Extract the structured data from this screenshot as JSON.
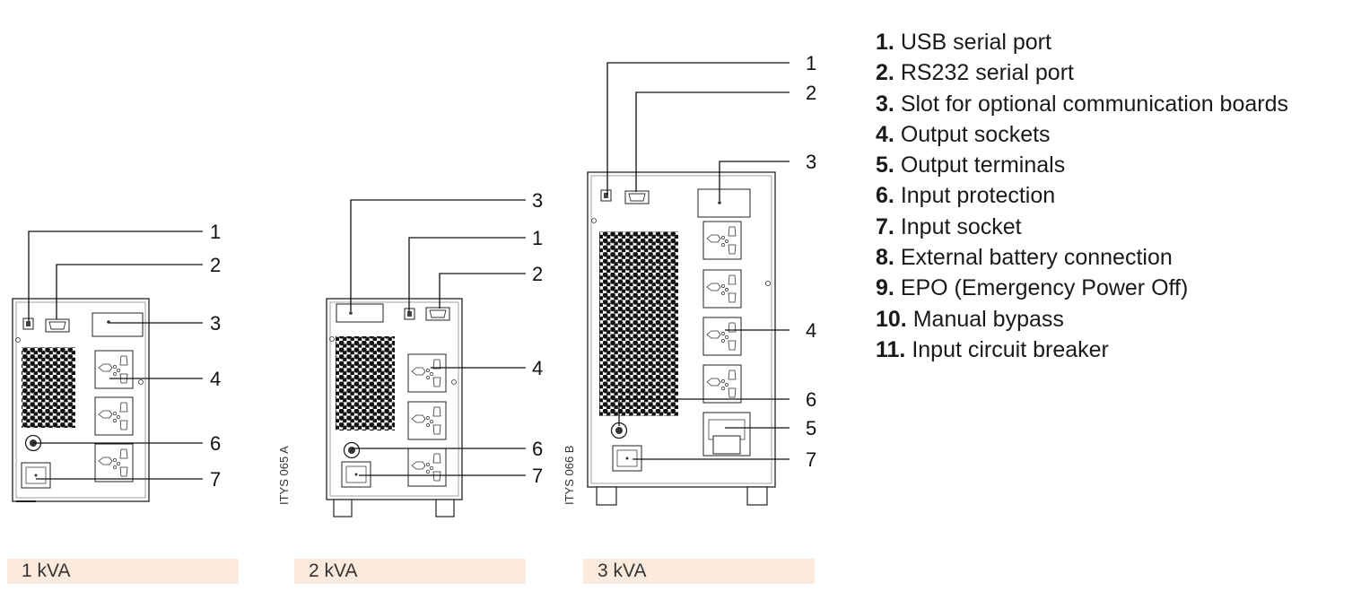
{
  "legend": [
    {
      "num": "1.",
      "text": "USB serial port"
    },
    {
      "num": "2.",
      "text": "RS232 serial port"
    },
    {
      "num": "3.",
      "text": "Slot for optional communication boards"
    },
    {
      "num": "4.",
      "text": "Output sockets"
    },
    {
      "num": "5.",
      "text": "Output terminals"
    },
    {
      "num": "6.",
      "text": "Input protection"
    },
    {
      "num": "7.",
      "text": "Input socket"
    },
    {
      "num": "8.",
      "text": "External battery connection"
    },
    {
      "num": "9.",
      "text": "EPO (Emergency Power Off)"
    },
    {
      "num": "10.",
      "text": "Manual bypass"
    },
    {
      "num": "11.",
      "text": "Input circuit breaker"
    }
  ],
  "units": [
    {
      "caption": "1 kVA",
      "callouts": [
        "1",
        "2",
        "3",
        "4",
        "6",
        "7"
      ]
    },
    {
      "caption": "2 kVA",
      "code": "ITYS 065 A",
      "callouts": [
        "3",
        "1",
        "2",
        "4",
        "6",
        "7"
      ]
    },
    {
      "caption": "3 kVA",
      "code": "ITYS 066 B",
      "callouts": [
        "1",
        "2",
        "3",
        "4",
        "6",
        "5",
        "7"
      ]
    }
  ]
}
